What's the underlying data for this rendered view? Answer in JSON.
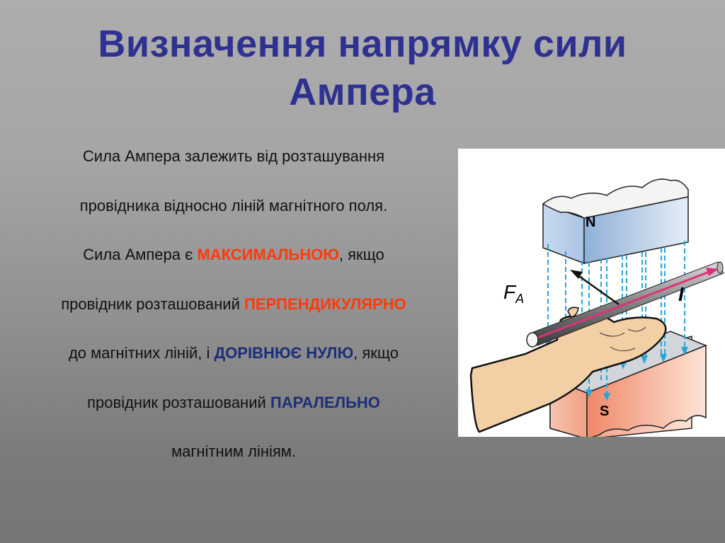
{
  "slide": {
    "title_line1": "Визначення напрямку сили",
    "title_line2": "Ампера",
    "paragraph": {
      "line1": "Сила Ампера залежить від розташування",
      "line2": "провідника відносно ліній магнітного поля.",
      "line3_pre": "Сила Ампера є ",
      "line3_emph": "МАКСИМАЛЬНОЮ",
      "line3_post": ", якщо",
      "line4_pre": "провідник розташований ",
      "line4_emph": "ПЕРПЕНДИКУЛЯРНО",
      "line5_pre": "до магнітних ліній, і ",
      "line5_emph": "ДОРІВНЮЄ НУЛЮ",
      "line5_post": ", якщо",
      "line6_pre": "провідник розташований ",
      "line6_emph": "ПАРАЛЕЛЬНО",
      "line7": "магнітним лініям."
    },
    "colors": {
      "title": "#2e3192",
      "emphasis_red": "#ff3a0a",
      "emphasis_blue": "#1c2f78",
      "background_top": "#adadad",
      "background_bottom": "#767676"
    }
  },
  "figure": {
    "description": "Left-hand rule illustration: N magnet above, S magnet below, current-carrying rod, hand, magnetic field lines",
    "labels": {
      "north": "N",
      "south": "S",
      "force": "F",
      "force_sub": "A",
      "current": "I"
    },
    "colors": {
      "north_magnet": "#a9c4e4",
      "south_magnet": "#f29a7e",
      "field_lines": "#2aa4d8",
      "current_arrow": "#e0307a",
      "skin": "#f3cfa6"
    }
  }
}
